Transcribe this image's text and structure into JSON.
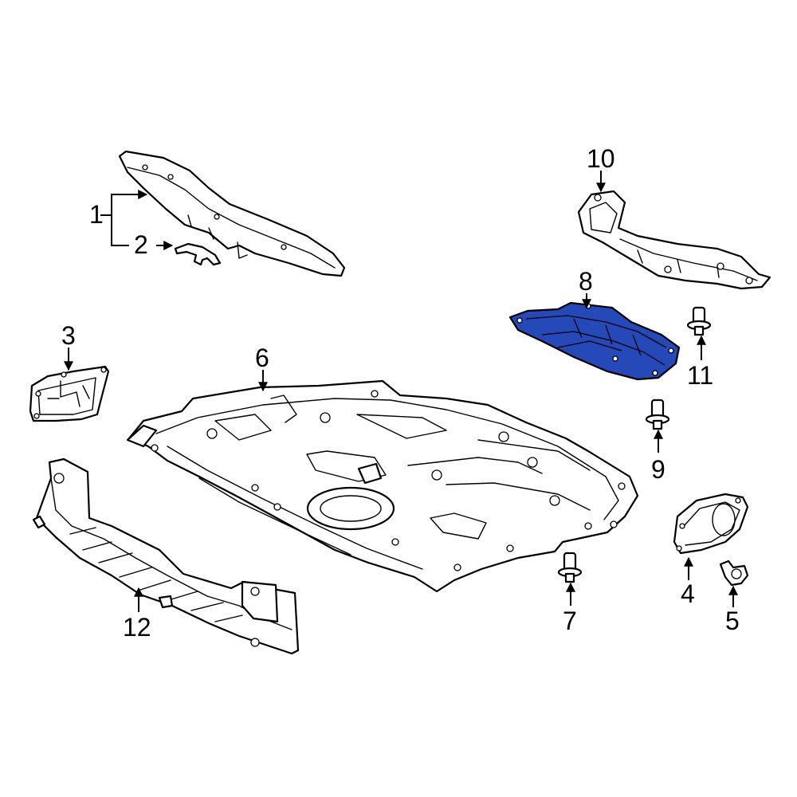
{
  "diagram": {
    "highlight_color": "#2549b8",
    "callouts": [
      {
        "id": "c1",
        "label": "1"
      },
      {
        "id": "c2",
        "label": "2"
      },
      {
        "id": "c3",
        "label": "3"
      },
      {
        "id": "c4",
        "label": "4"
      },
      {
        "id": "c5",
        "label": "5"
      },
      {
        "id": "c6",
        "label": "6"
      },
      {
        "id": "c7",
        "label": "7"
      },
      {
        "id": "c8",
        "label": "8"
      },
      {
        "id": "c9",
        "label": "9"
      },
      {
        "id": "c10",
        "label": "10"
      },
      {
        "id": "c11",
        "label": "11"
      },
      {
        "id": "c12",
        "label": "12"
      }
    ],
    "highlighted_part": "8"
  }
}
